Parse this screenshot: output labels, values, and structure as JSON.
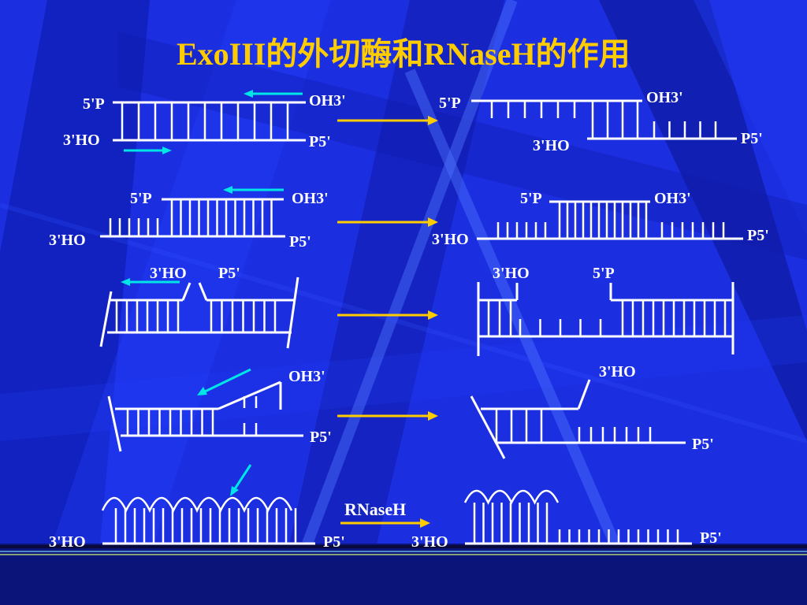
{
  "title": "ExoIII的外切酶和RNaseH的作用",
  "colors": {
    "background": "#1b2ee0",
    "title": "#ffcc00",
    "strand": "#ffffff",
    "enzyme_arrow": "#00e5e5",
    "step_arrow": "#ffcc00"
  },
  "rows": [
    {
      "left": {
        "top_left": "5'P",
        "top_right": "OH3'",
        "bottom_left": "3'HO",
        "bottom_right": "P5'"
      },
      "right": {
        "top_left": "5'P",
        "top_right": "OH3'",
        "bottom_left": "3'HO",
        "bottom_right": "P5'"
      }
    },
    {
      "left": {
        "top_left": "5'P",
        "top_right": "OH3'",
        "bottom_left": "3'HO",
        "bottom_right": "P5'"
      },
      "right": {
        "top_left": "5'P",
        "top_right": "OH3'",
        "bottom_left": "3'HO",
        "bottom_right": "P5'"
      }
    },
    {
      "left": {
        "nick_left": "3'HO",
        "nick_right": "P5'"
      },
      "right": {
        "gap_left": "3'HO",
        "gap_right": "5'P"
      }
    },
    {
      "left": {
        "top_right": "OH3'",
        "bottom_right": "P5'"
      },
      "right": {
        "top_label": "3'HO",
        "bottom_right": "P5'"
      }
    },
    {
      "left": {
        "bottom_left": "3'HO",
        "bottom_right": "P5'"
      },
      "enzyme": "RNaseH",
      "right": {
        "bottom_left": "3'HO",
        "bottom_right": "P5'"
      }
    }
  ]
}
